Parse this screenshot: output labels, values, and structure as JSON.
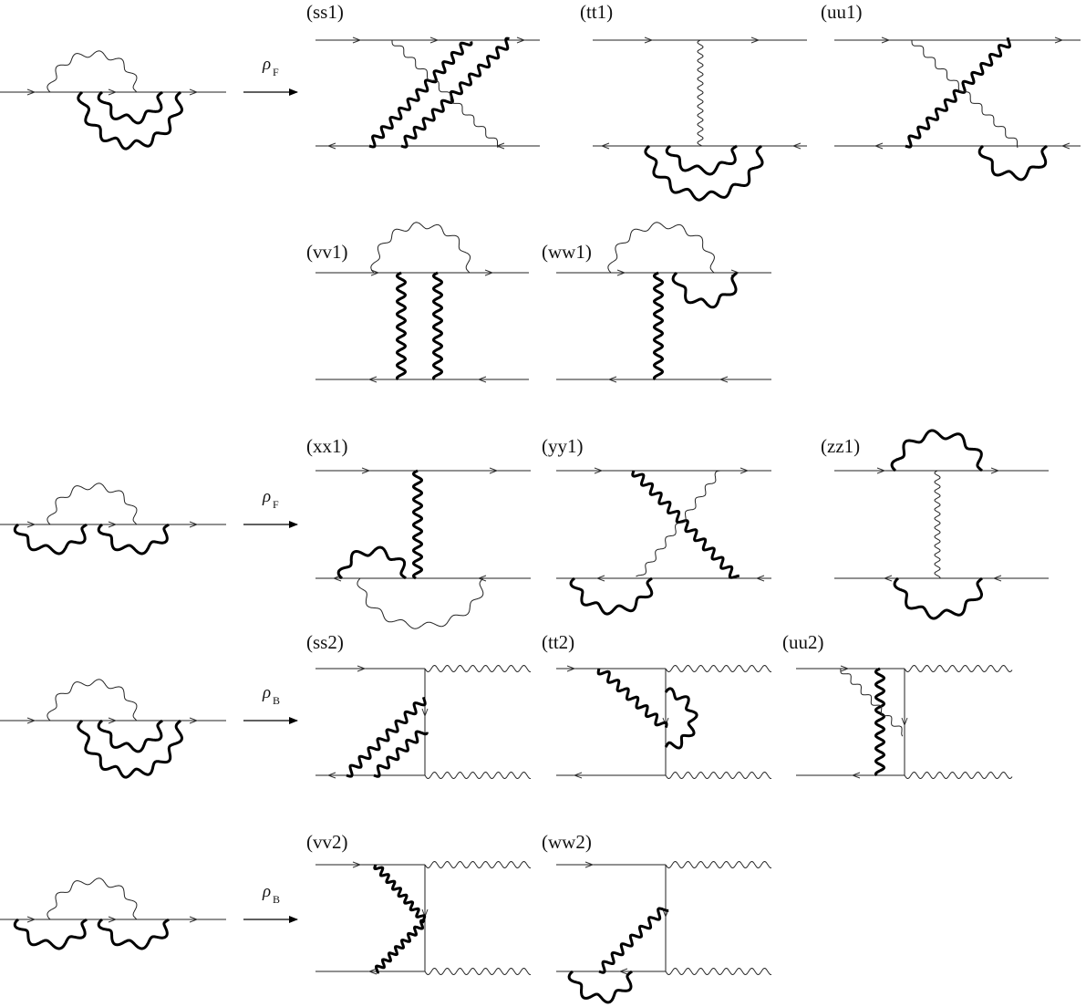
{
  "rows": [
    {
      "rho": {
        "symbol": "ρ",
        "sub": "F"
      },
      "diagrams": [
        {
          "label": "(ss1)"
        },
        {
          "label": "(tt1)"
        },
        {
          "label": "(uu1)"
        }
      ]
    },
    {
      "diagrams": [
        {
          "label": "(vv1)"
        },
        {
          "label": "(ww1)"
        }
      ]
    },
    {
      "rho": {
        "symbol": "ρ",
        "sub": "F"
      },
      "diagrams": [
        {
          "label": "(xx1)"
        },
        {
          "label": "(yy1)"
        },
        {
          "label": "(zz1)"
        }
      ]
    },
    {
      "rho": {
        "symbol": "ρ",
        "sub": "B"
      },
      "diagrams": [
        {
          "label": "(ss2)"
        },
        {
          "label": "(tt2)"
        },
        {
          "label": "(uu2)"
        }
      ]
    },
    {
      "rho": {
        "symbol": "ρ",
        "sub": "B"
      },
      "diagrams": [
        {
          "label": "(vv2)"
        },
        {
          "label": "(ww2)"
        }
      ]
    }
  ]
}
